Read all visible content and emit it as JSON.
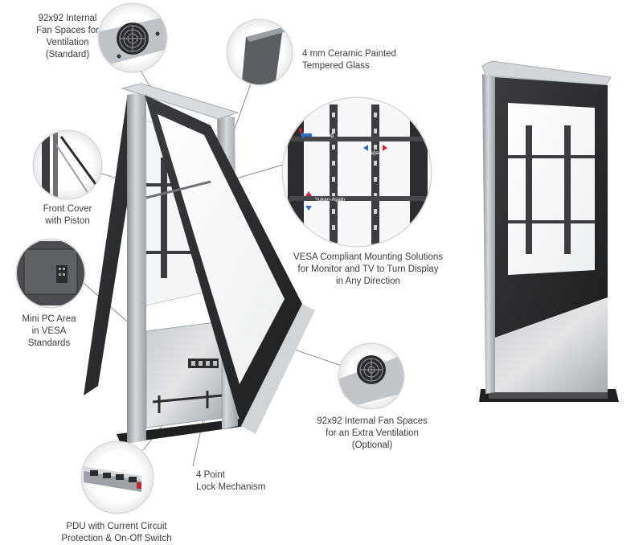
{
  "callouts": {
    "fan_top": {
      "lines": [
        "92x92 Internal",
        "Fan Spaces for",
        "Ventilation",
        "(Standard)"
      ]
    },
    "glass": {
      "lines": [
        "4 mm Ceramic Painted",
        "Tempered Glass"
      ]
    },
    "front_cover": {
      "lines": [
        "Front Cover",
        "with Piston"
      ]
    },
    "vesa": {
      "lines": [
        "VESA Compliant Mounting Solutions",
        "for Monitor and TV to Turn Display",
        "in Any Direction"
      ]
    },
    "mini_pc": {
      "lines": [
        "Mini PC Area",
        "in VESA",
        "Standards"
      ]
    },
    "fan_extra": {
      "lines": [
        "92x92 Internal Fan Spaces",
        "for an Extra Ventilation",
        "(Optional)"
      ]
    },
    "lock": {
      "lines": [
        "4 Point",
        "Lock Mechanism"
      ]
    },
    "pdu": {
      "lines": [
        "PDU with Current Circuit",
        "Protection & On-Off Switch"
      ]
    }
  },
  "vesa_arrows": {
    "left_right": "Sol-Sağ",
    "right_left": "Sağa-Sola",
    "up_down": "Yukarı-Aşağı"
  },
  "colors": {
    "frame_dark": "#2b2b2b",
    "frame_silver": "#b9bdc1",
    "glass": "#f4f6f7",
    "leader_line": "#8a8a8a",
    "arrow_red": "#d8232a",
    "arrow_blue": "#2f6fc4"
  }
}
